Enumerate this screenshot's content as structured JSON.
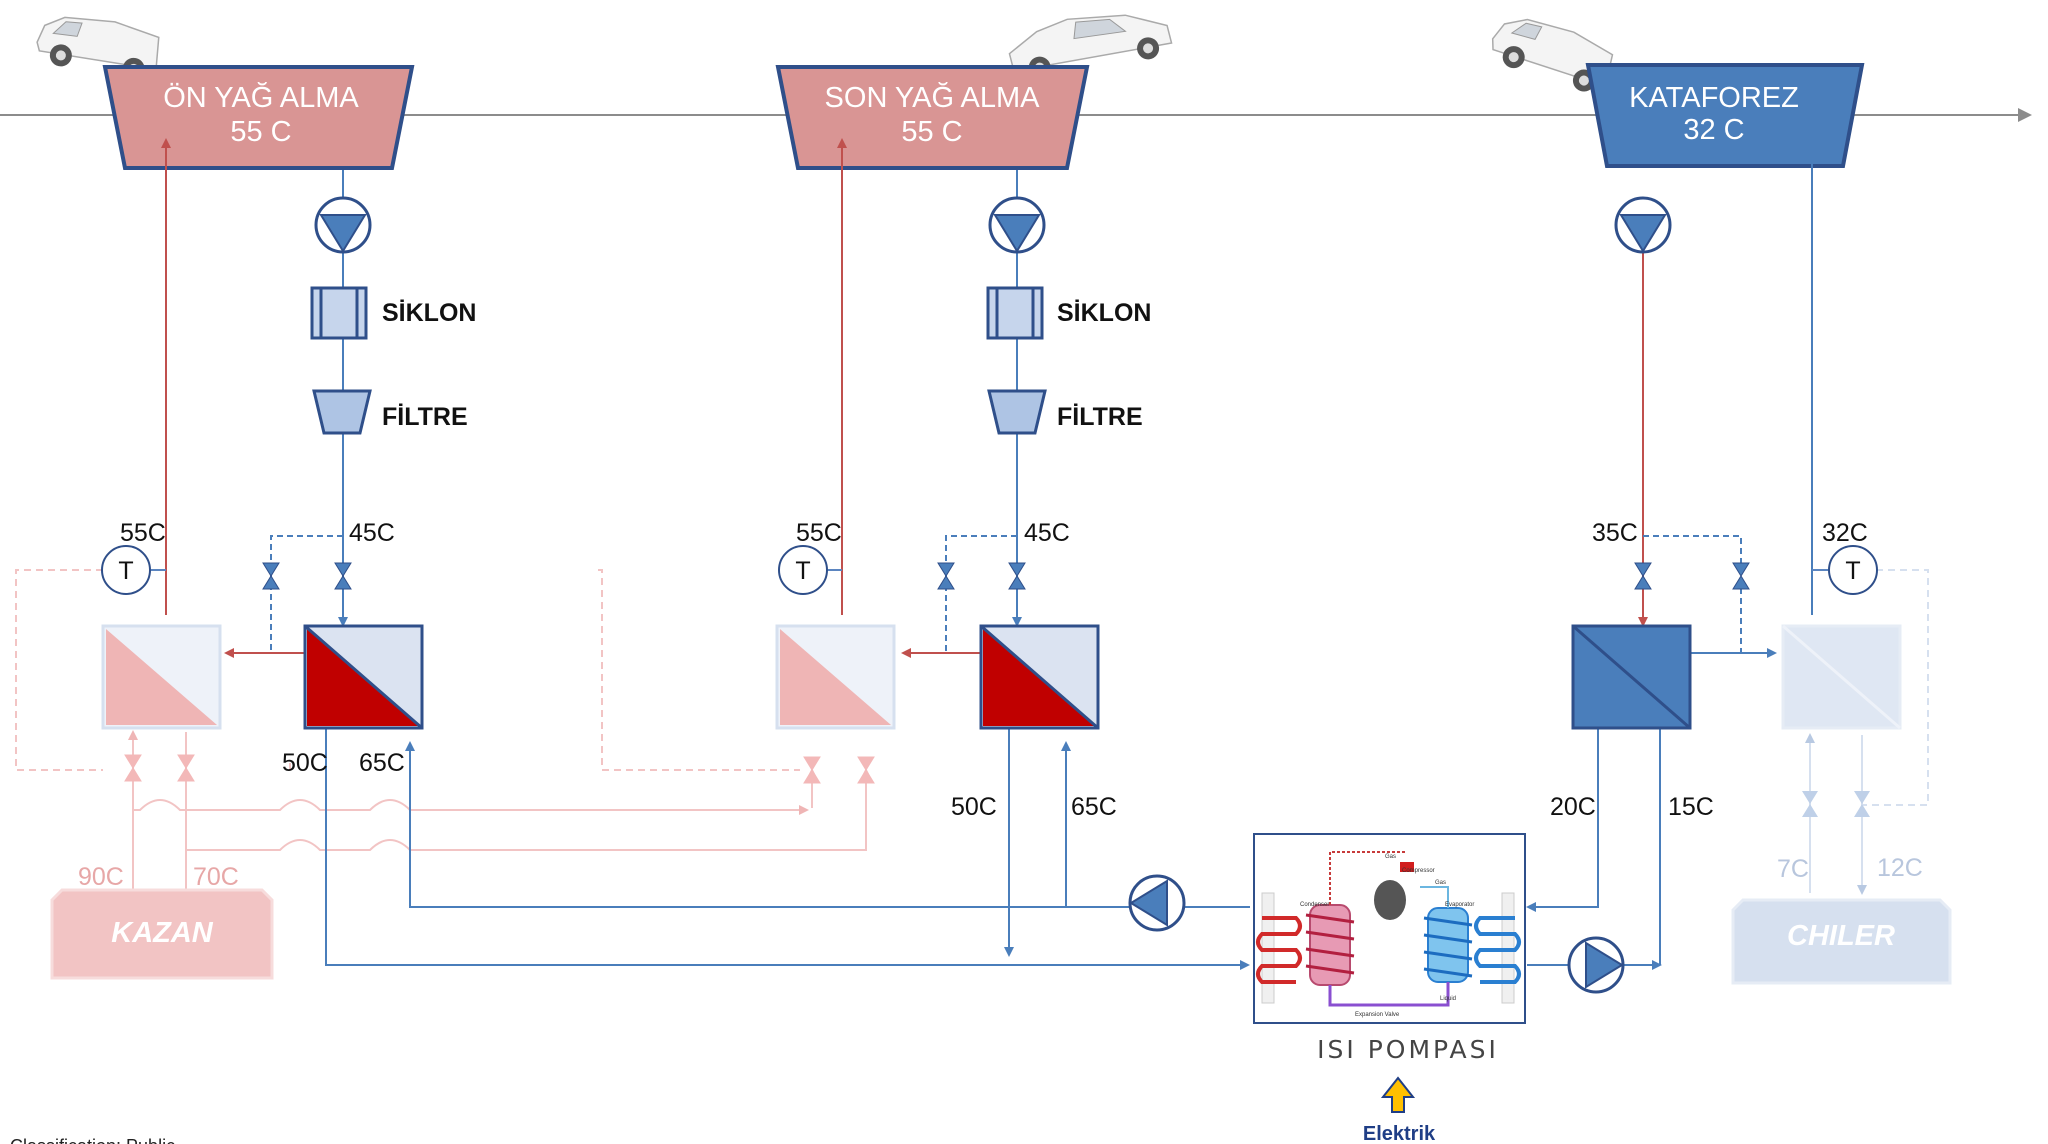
{
  "tanks": [
    {
      "name": "ÖN YAĞ ALMA",
      "temp": "55 C"
    },
    {
      "name": "SON YAĞ ALMA",
      "temp": "55 C"
    },
    {
      "name": "KATAFOREZ",
      "temp": "32 C"
    }
  ],
  "components": {
    "cyclone": "SİKLON",
    "filter": "FİLTRE",
    "thermostat": "T"
  },
  "labels": {
    "s1_left": "55C",
    "s1_right": "45C",
    "s1_out": "50C",
    "s1_in": "65C",
    "s2_left": "55C",
    "s2_right": "45C",
    "s2_out": "50C",
    "s2_in": "65C",
    "s3_left": "35C",
    "s3_right": "32C",
    "s3_out": "20C",
    "s3_in": "15C",
    "kazan_hot": "90C",
    "kazan_cold": "70C",
    "chiler_cold": "7C",
    "chiler_warm": "12C"
  },
  "equipment": {
    "boiler": "KAZAN",
    "chiller": "CHILER",
    "heat_pump": "ISI POMPASI",
    "electric": "Elektrik"
  },
  "heat_pump_diagram": {
    "compressor": "Compressor",
    "condenser": "Condenser",
    "evaporator": "Evaporator",
    "expansion_valve": "Expansion Valve",
    "gas": "Gas",
    "liquid": "Liquid"
  },
  "footer": "Classification: Public",
  "colors": {
    "hot": "#c00000",
    "hot_line": "#c0504d",
    "cool": "#4472c4",
    "line_blue": "#5b85c0",
    "tank_red": "#d99594",
    "tank_blue": "#4a7ebb",
    "faint_red": "#f2c4c4",
    "faint_blue": "#d6e0ef"
  }
}
